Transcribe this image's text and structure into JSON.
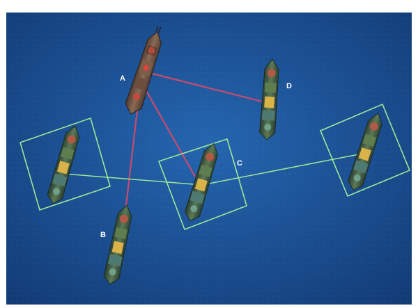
{
  "scene": {
    "colors": {
      "sea_light": "#1f5fa8",
      "sea_dark": "#123d7a",
      "attack_line": "#d24a6a",
      "formation": "#8fe08a",
      "hull_green": "#3a6b4a",
      "hull_enemy": "#6a4c3c"
    },
    "ship_labels": {
      "a": "A",
      "b": "B",
      "c": "C",
      "d": "D"
    }
  }
}
